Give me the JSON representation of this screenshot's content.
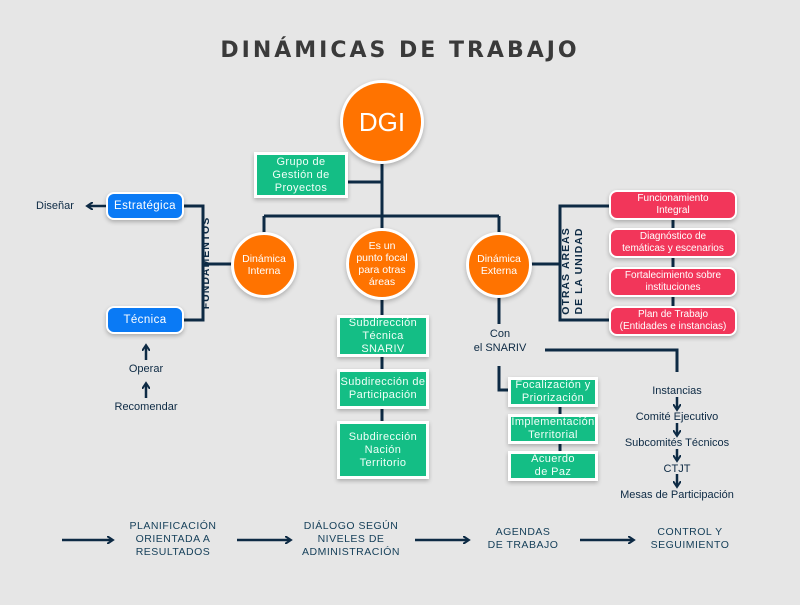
{
  "title": "DINÁMICAS DE TRABAJO",
  "colors": {
    "orange": "#ff7300",
    "green": "#14be85",
    "blue": "#0a7af5",
    "red": "#f2365a",
    "navy": "#0d2a44",
    "background": "#e6e6e6"
  },
  "root": {
    "label": "DGI"
  },
  "grupo_gestion": {
    "label": "Grupo de\nGestión de\nProyectos"
  },
  "dynamics": [
    {
      "label": "Dinámica\nInterna"
    },
    {
      "label": "Es un\npunto focal\npara otras\náreas"
    },
    {
      "label": "Dinámica\nExterna"
    }
  ],
  "fundamentos": {
    "side_label": "FUNDAMENTOS",
    "items": [
      {
        "label": "Estratégica",
        "action": "Diseñar"
      },
      {
        "label": "Técnica"
      }
    ],
    "tecnica_chain": [
      "Operar",
      "Recomendar"
    ]
  },
  "subdirecciones": [
    {
      "label": "Subdirección\nTécnica\nSNARIV"
    },
    {
      "label": "Subdirección de\nParticipación"
    },
    {
      "label": "Subdirección\nNación\nTerritorio"
    }
  ],
  "otras_areas": {
    "side_label": "OTRAS ÁREAS\nDE LA UNIDAD",
    "items": [
      {
        "label": "Funcionamiento\nIntegral"
      },
      {
        "label": "Diagnóstico de\ntemáticas y escenarios"
      },
      {
        "label": "Fortalecimiento sobre\ninstituciones"
      },
      {
        "label": "Plan de Trabajo\n(Entidades e instancias)"
      }
    ]
  },
  "snariv": {
    "label": "Con\nel SNARIV",
    "boxes": [
      {
        "label": "Focalización y\nPriorización"
      },
      {
        "label": "Implementación\nTerritorial"
      },
      {
        "label": "Acuerdo\nde Paz"
      }
    ],
    "instancias_chain": [
      "Instancias",
      "Comité Ejecutivo",
      "Subcomités Técnicos",
      "CTJT",
      "Mesas de Participación"
    ]
  },
  "process_steps": [
    {
      "label": "PLANIFICACIÓN\nORIENTADA A\nRESULTADOS"
    },
    {
      "label": "DIÁLOGO SEGÚN\nNIVELES DE\nADMINISTRACIÓN"
    },
    {
      "label": "AGENDAS\nDE TRABAJO"
    },
    {
      "label": "CONTROL Y\nSEGUIMIENTO"
    }
  ]
}
